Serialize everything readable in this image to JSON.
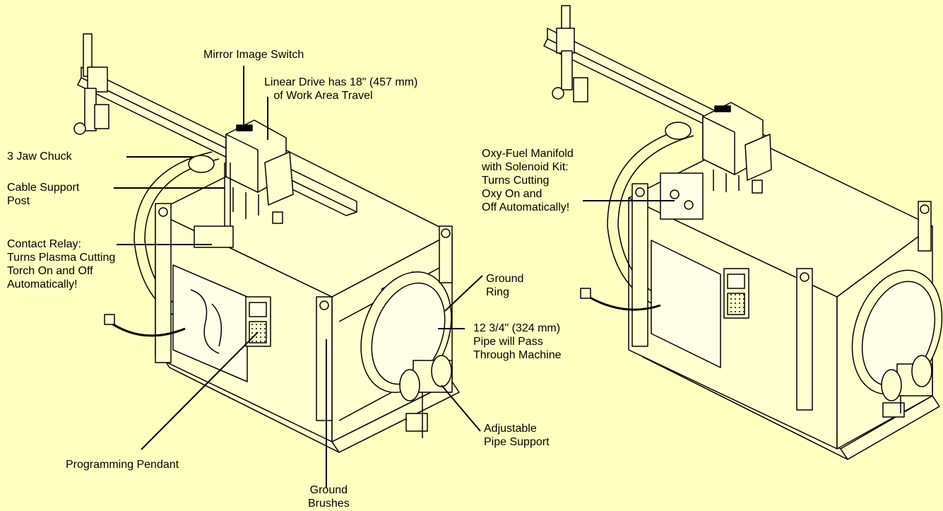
{
  "colors": {
    "background": "#FFFFC0",
    "machine_fill": "#FFFFD0",
    "ink": "#000000"
  },
  "labels": {
    "mirror_image_switch": "Mirror Image Switch",
    "linear_drive": "Linear Drive has 18\" (457 mm)\n   of Work Area Travel",
    "jaw_chuck": "3 Jaw Chuck",
    "cable_support_post": "Cable Support\nPost",
    "contact_relay": "Contact Relay:\nTurns Plasma Cutting\nTorch On and Off\nAutomatically!",
    "programming_pendant": "Programming Pendant",
    "ground_brushes": "Ground\nBrushes",
    "ground_ring": "Ground\nRing",
    "pipe_pass": "12 3/4\" (324 mm)\nPipe will Pass\nThrough Machine",
    "adjustable_pipe_support": "Adjustable\nPipe Support",
    "oxy_fuel_manifold": "Oxy-Fuel Manifold\nwith Solenoid Kit:\nTurns Cutting\nOxy On and\nOff Automatically!"
  }
}
